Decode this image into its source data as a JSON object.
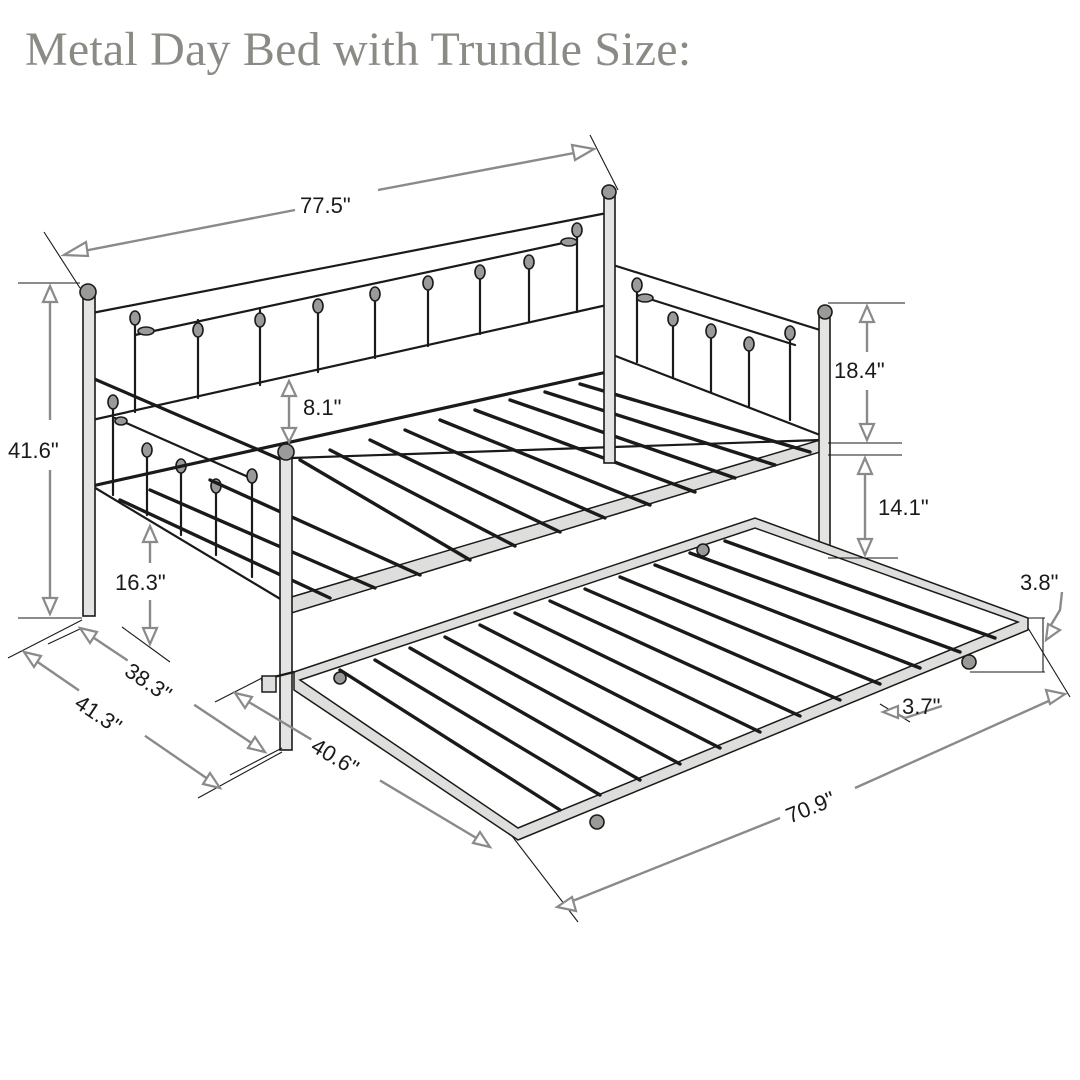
{
  "title": "Metal Day Bed with Trundle Size:",
  "dimensions": {
    "overall_length": "77.5\"",
    "overall_height": "41.6\"",
    "headboard_above_deck": "8.1\"",
    "armrest_height": "18.4\"",
    "deck_height": "14.1\"",
    "under_clearance": "16.3\"",
    "inner_width": "38.3\"",
    "outer_width": "41.3\"",
    "trundle_width": "40.6\"",
    "trundle_length": "70.9\"",
    "trundle_height": "3.8\"",
    "trundle_rail_gap": "3.7\""
  },
  "colors": {
    "title": "#8b8a84",
    "dimension_lines": "#8a8a88",
    "line_art": "#1a1a1a",
    "background": "#ffffff"
  }
}
